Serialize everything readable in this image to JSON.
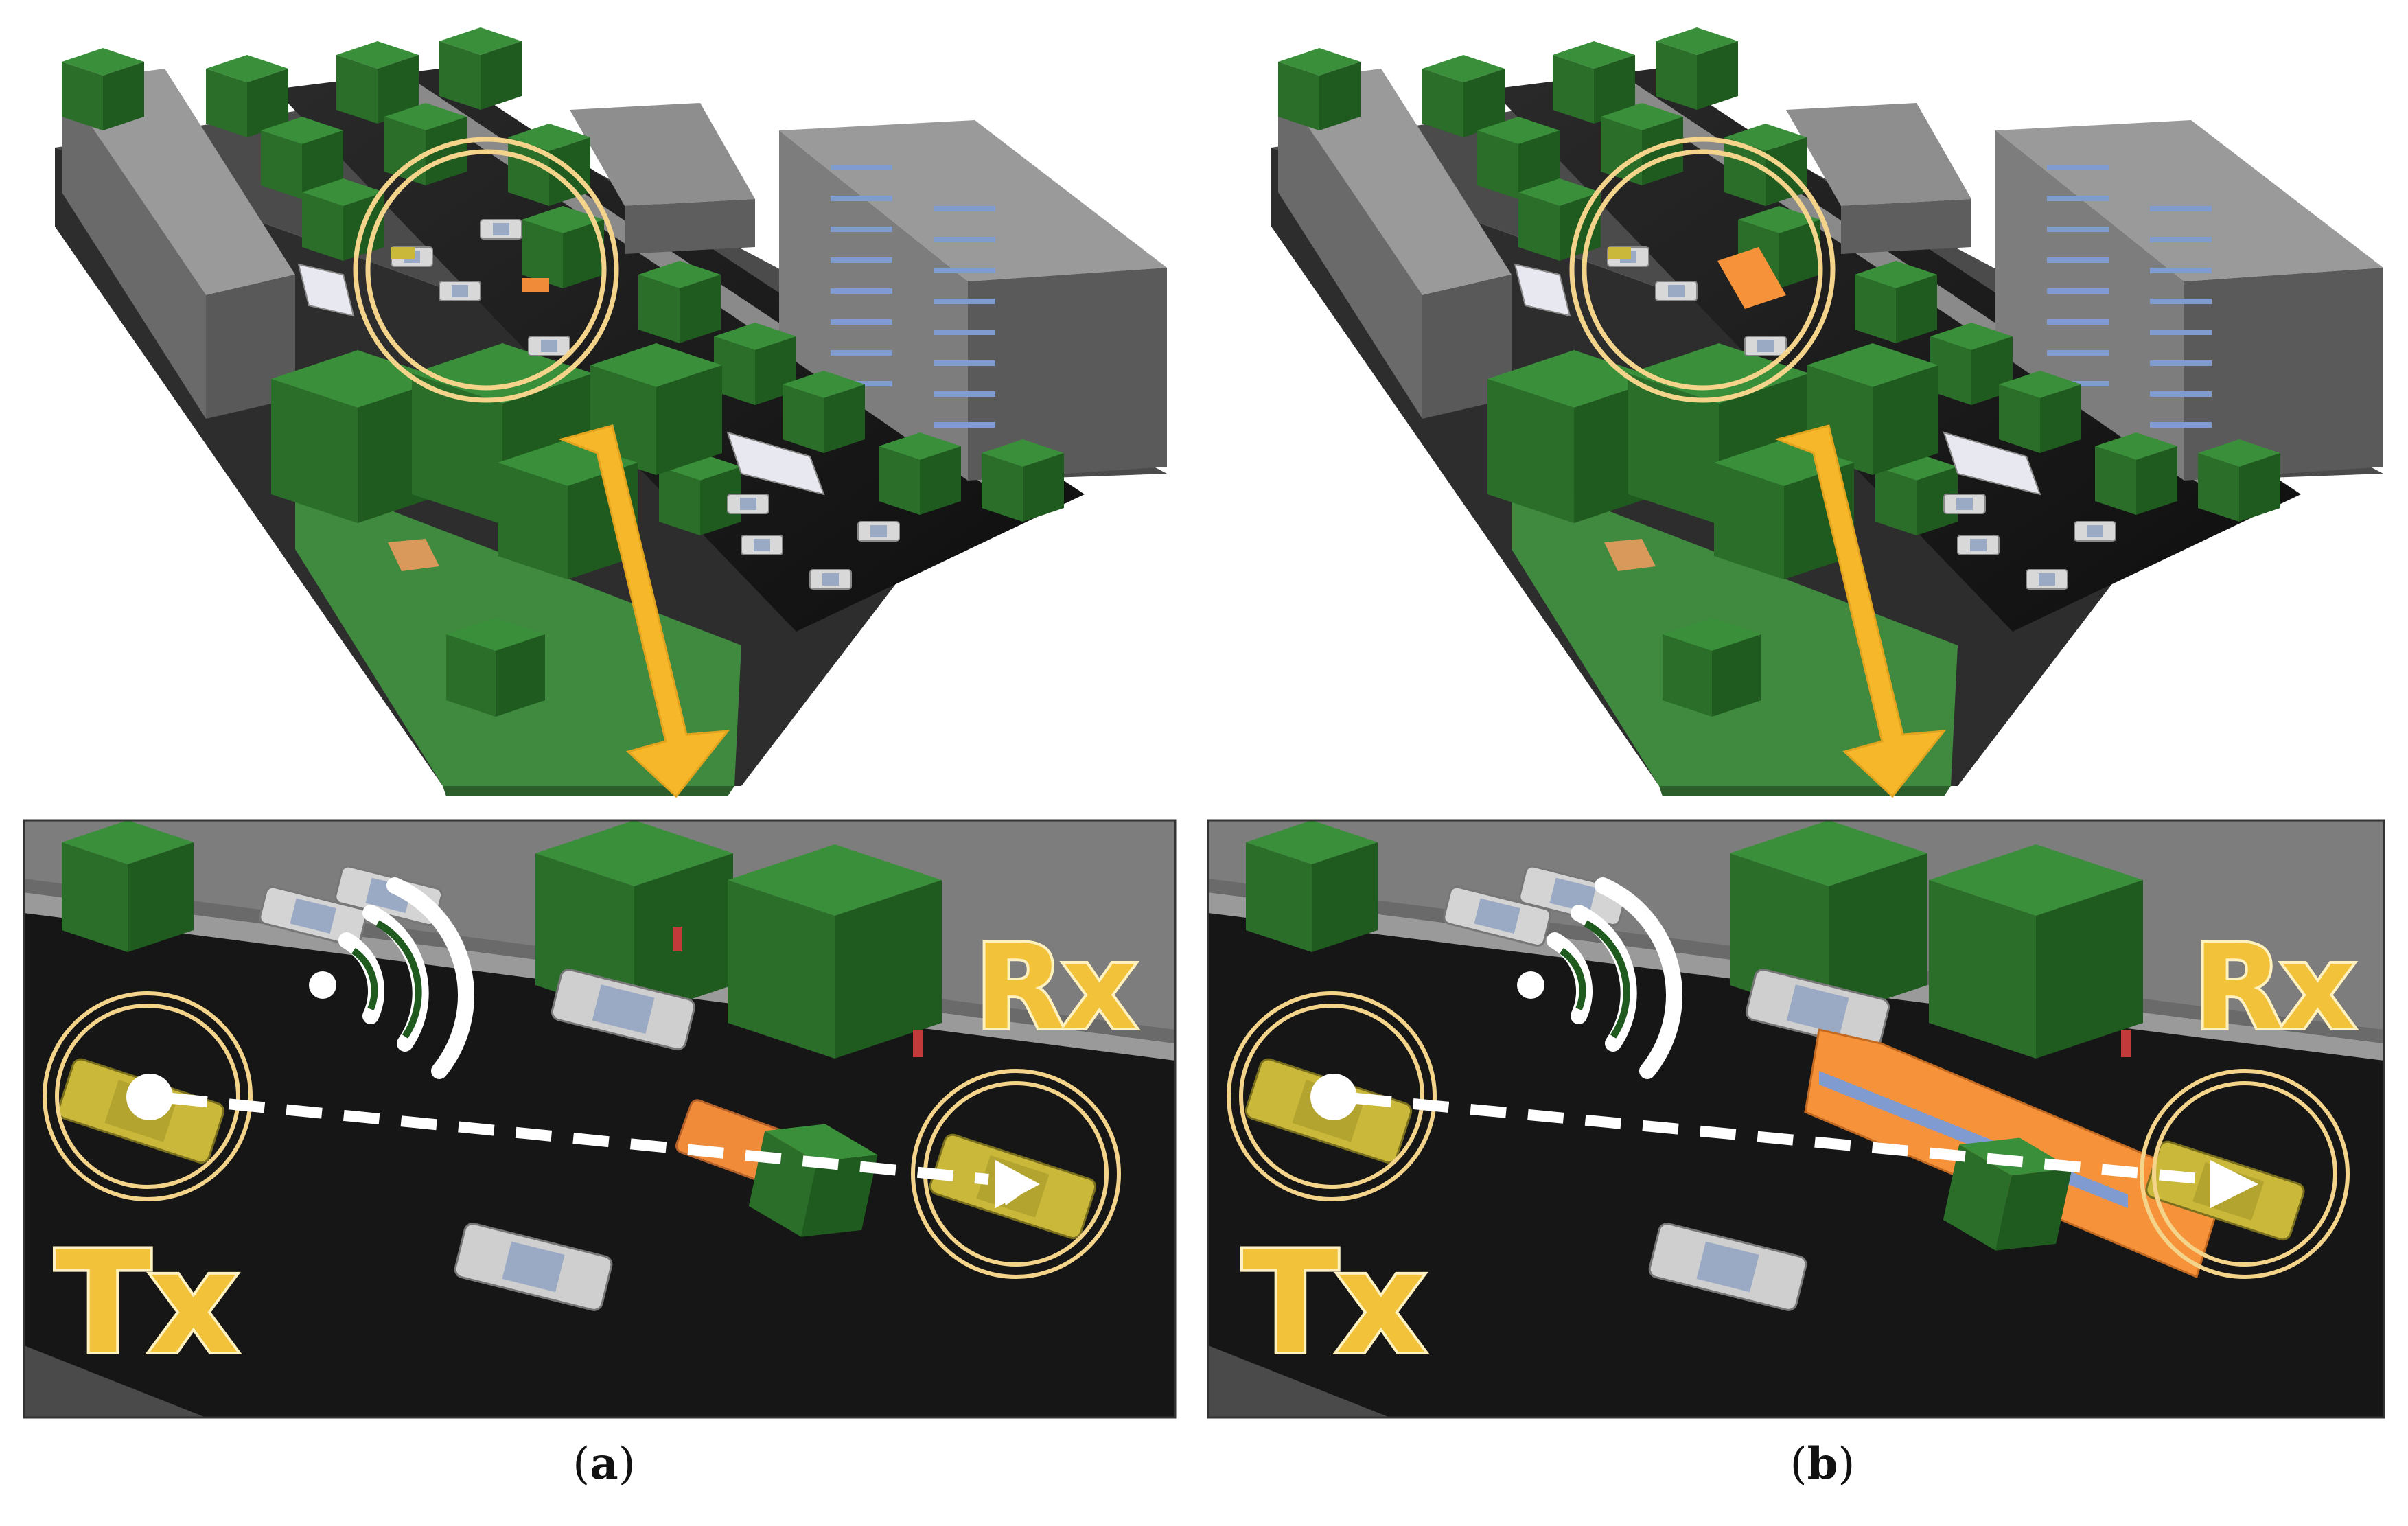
{
  "panels": [
    {
      "id": "a",
      "caption": "a",
      "tx_label": "Tx",
      "rx_label": "Rx"
    },
    {
      "id": "b",
      "caption": "b",
      "tx_label": "Tx",
      "rx_label": "Rx"
    }
  ],
  "colors": {
    "building": "#6e6e6e",
    "building_dark": "#4d4d4d",
    "window": "#7f9bd0",
    "tree": "#2e7d2e",
    "tree_dark": "#1f5a1f",
    "grass": "#3f8a3f",
    "road": "#1c1c1c",
    "sidewalk": "#8a8a8a",
    "arrow": "#f6b72a",
    "ring": "#f3d48a",
    "blocker_car": "#f08b3a",
    "blocker_bus": "#f6923a",
    "taxi": "#c9b83a",
    "label": "#f2c23a"
  },
  "icons": [
    "wireless-signal-icon",
    "dashed-link-arrow-icon",
    "zoom-arrow-icon"
  ]
}
